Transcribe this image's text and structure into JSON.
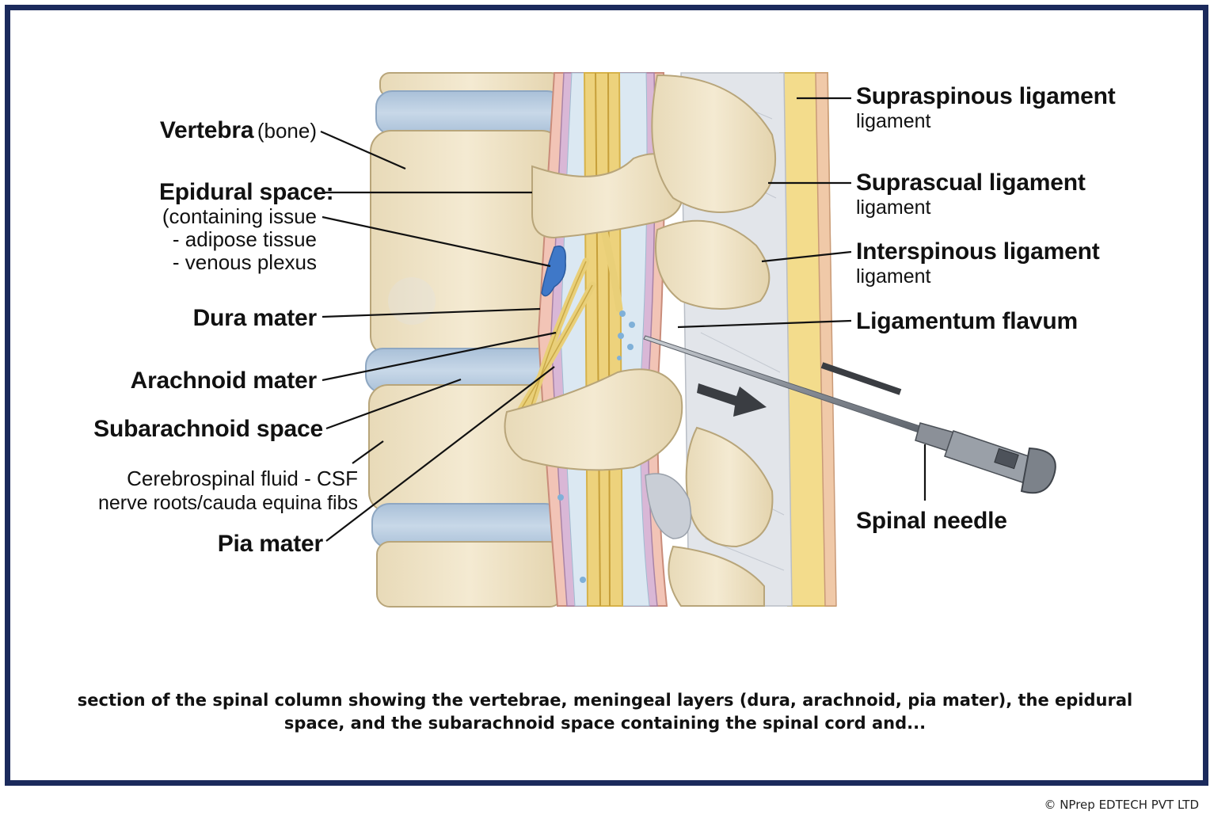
{
  "labels": {
    "vertebra": "Vertebra",
    "vertebra_note": "(bone)",
    "epidural": "Epidural space:",
    "epidural_l1": "(containing issue",
    "epidural_l2": "- adipose tissue",
    "epidural_l3": "- venous plexus",
    "dura": "Dura mater",
    "arachnoid": "Arachnoid mater",
    "subarachnoid": "Subarachnoid space",
    "csf": "Cerebrospinal fluid - CSF",
    "csf_sub": "nerve roots/cauda equina fibs",
    "pia": "Pia mater",
    "supraspinous": "Supraspinous ligament",
    "supraspinous_sub": "ligament",
    "suprascual": "Suprascual ligament",
    "suprascual_sub": "ligament",
    "interspinous": "Interspinous ligament",
    "interspinous_sub": "ligament",
    "flavum": "Ligamentum flavum",
    "needle": "Spinal needle"
  },
  "caption": "section of the spinal column showing the vertebrae, meningeal layers (dura, arachnoid, pia mater), the epidural space, and the subarachnoid space containing the spinal cord and...",
  "copyright": "© NPrep EDTECH PVT LTD",
  "colors": {
    "frame": "#1b2a5c",
    "bone": "#efe3c6",
    "disc": "#b9cde0",
    "nerve": "#ecd27a",
    "fat": "#f4df93",
    "ligament": "#d9dde3"
  }
}
